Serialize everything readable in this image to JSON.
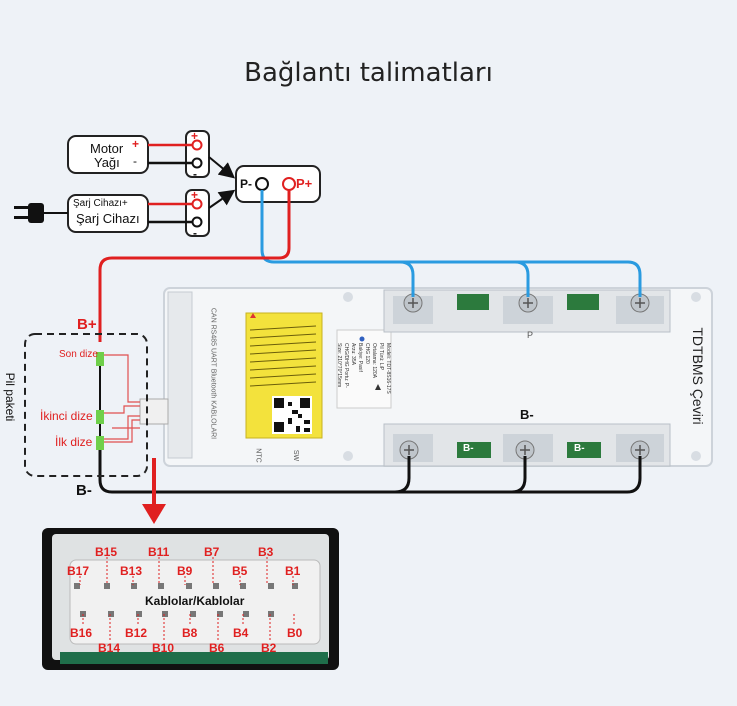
{
  "title": "Bağlantı talimatları",
  "devices": {
    "motor": {
      "line1": "Motor",
      "line2": "Yağı"
    },
    "charger": {
      "line1": "Şarj Cihazı+",
      "line2": "Şarj Cihazı"
    },
    "output": {
      "neg": "P-",
      "pos": "P+"
    }
  },
  "polarity": {
    "plus": "+",
    "minus": "-"
  },
  "battery_pack": {
    "side_label": "Pil paketi",
    "b_plus": "B+",
    "b_minus": "B-",
    "last_string": "Son dize",
    "second_string": "İkinci dize",
    "first_string": "İlk dize"
  },
  "board": {
    "brand": "TDTBMS Çeviri",
    "b_minus_label": "B-",
    "p_label": "P",
    "pad_label": "B-",
    "port_strip": "CAN RS485 UART Bluetooth KABLOLARI",
    "ntc": "NTC",
    "sw": "SW",
    "spec_lines": [
      "Modeli: TDT-8S16-17S",
      "Pil Türü: LiP",
      "Ortalama: 120A",
      "CHG 120",
      "Bakiye: Pasif",
      "Arzu: 35A",
      "CHG/DHG Portu: P-",
      "Size: 210*70*15mm"
    ]
  },
  "connector": {
    "cable_label": "Kablolar/Kablolar",
    "top_row": [
      "B15",
      "B11",
      "B7",
      "B3"
    ],
    "second_row": [
      "B17",
      "B13",
      "B9",
      "B5",
      "B1"
    ],
    "third_row": [
      "B16",
      "B12",
      "B8",
      "B4",
      "B0"
    ],
    "bottom_row": [
      "B14",
      "B10",
      "B6",
      "B2"
    ]
  },
  "colors": {
    "positive": "#e02020",
    "negative": "#111111",
    "p_minus": "#2a9be0"
  }
}
